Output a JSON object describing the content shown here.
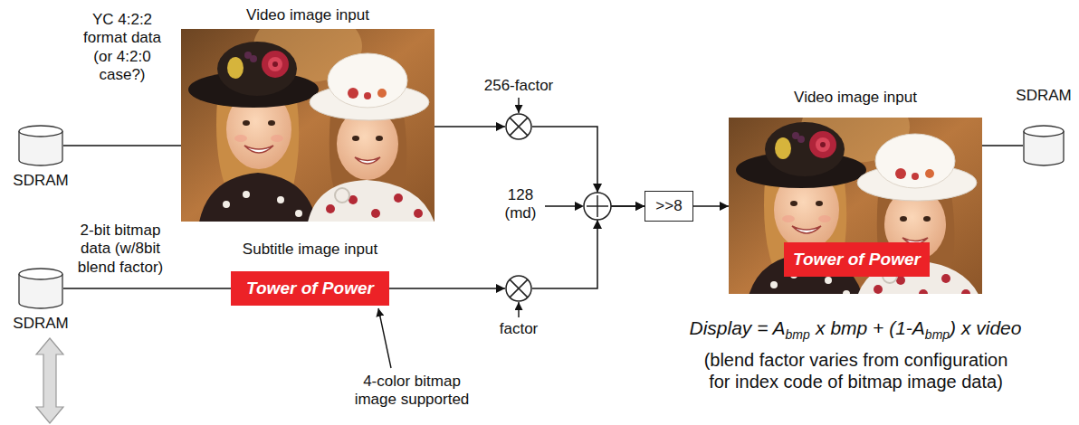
{
  "diagram": {
    "nodes": [
      {
        "text": [
          "SDRAM"
        ]
      },
      {
        "text": [
          "Video image input"
        ]
      },
      {
        "text": [
          "SDRAM"
        ]
      },
      {
        "text": [
          "Subtitle image input",
          "Tower of Power"
        ]
      },
      {
        "text": [
          "256-factor"
        ]
      },
      {
        "text": [
          "factor"
        ]
      },
      {
        "text": [
          ">>8"
        ]
      },
      {
        "text": [
          "Video image input"
        ]
      },
      {
        "text": [
          "Tower of Power"
        ],
        "in": 7
      },
      {
        "text": [
          "SDRAM"
        ]
      }
    ],
    "edges": [
      {
        "from": 0,
        "to": 1,
        "arrow": "none",
        "label": "YC 4:2:2 format data (or 4:2:0 case?)"
      },
      {
        "from": 2,
        "to": 3,
        "arrow": "none",
        "label": "2-bit bitmap data (w/8bit blend factor)"
      },
      {
        "from": 1,
        "to": 4,
        "arrow": "to"
      },
      {
        "from": 3,
        "to": 5,
        "arrow": "to"
      },
      {
        "from": 4,
        "to": 6,
        "arrow": "to"
      },
      {
        "from": 5,
        "to": 6,
        "arrow": "to"
      },
      {
        "from": 6,
        "to": 7,
        "arrow": "to"
      },
      {
        "from": 7,
        "to": 9,
        "arrow": "none"
      }
    ],
    "labels": [
      "128 (md)",
      "4-color bitmap image supported",
      "Display = A",
      "bmp",
      "x bmp + (1-A",
      "bmp",
      ") x video",
      "(blend factor varies from configuration for index code of bitmap image data)"
    ]
  }
}
